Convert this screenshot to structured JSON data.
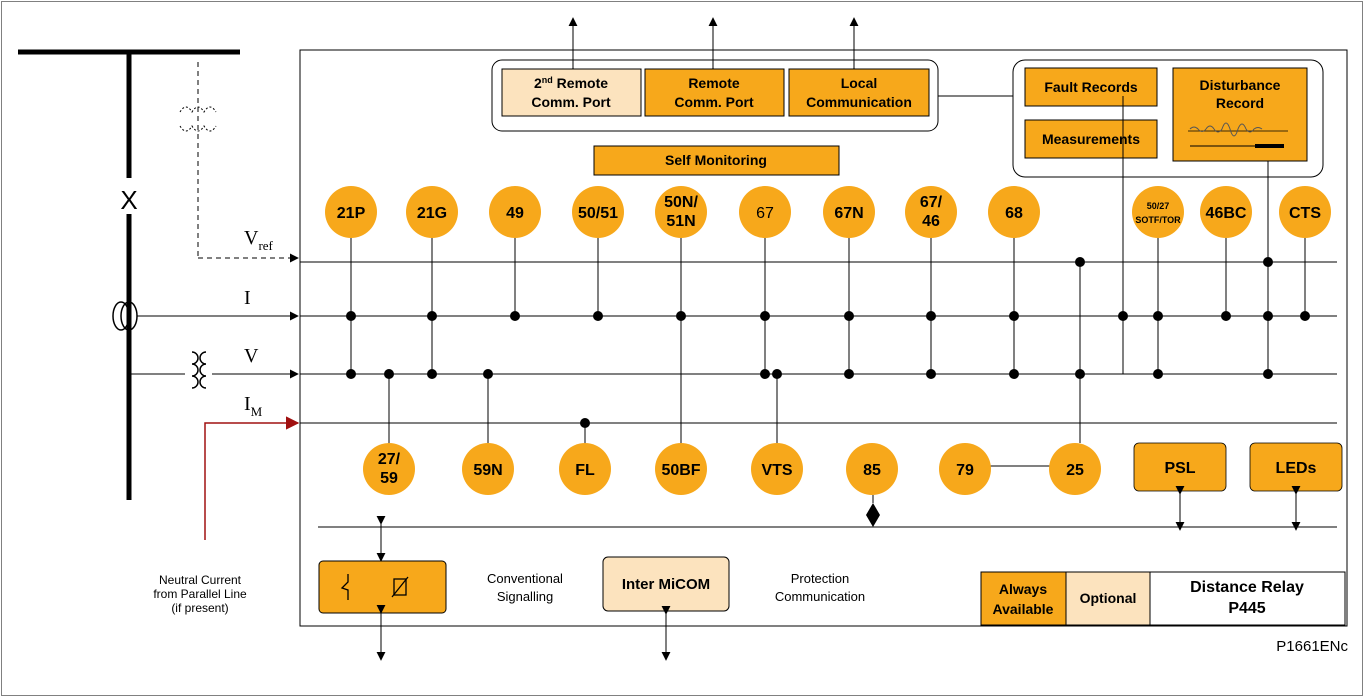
{
  "colors": {
    "always_available": "#F7A81B",
    "optional": "#FCE3BE",
    "line": "#000000",
    "neutral_line": "#A01010",
    "frame": "#808080"
  },
  "busbar": {
    "breaker_label": "X"
  },
  "signals": {
    "vref_main": "V",
    "vref_sub": "ref",
    "current": "I",
    "voltage": "V",
    "im_main": "I",
    "im_sub": "M"
  },
  "neutral_note": {
    "line1": "Neutral Current",
    "line2": "from Parallel Line",
    "line3": "(if present)"
  },
  "comms": {
    "second_remote": {
      "l1_pre": "2",
      "l1_sup": "nd",
      "l1_post": " Remote",
      "l2": "Comm. Port",
      "optional": true
    },
    "remote": {
      "l1": "Remote",
      "l2": "Comm. Port"
    },
    "local": {
      "l1": "Local",
      "l2": "Communication"
    }
  },
  "records": {
    "fault": "Fault Records",
    "measurements": "Measurements",
    "disturbance_l1": "Disturbance",
    "disturbance_l2": "Record"
  },
  "self_monitoring": "Self Monitoring",
  "top_functions": [
    {
      "id": "21P",
      "lines": [
        "21P"
      ]
    },
    {
      "id": "21G",
      "lines": [
        "21G"
      ]
    },
    {
      "id": "49",
      "lines": [
        "49"
      ]
    },
    {
      "id": "50-51",
      "lines": [
        "50/51"
      ]
    },
    {
      "id": "50N-51N",
      "lines": [
        "50N/",
        "51N"
      ]
    },
    {
      "id": "67",
      "lines": [
        "67"
      ],
      "regular": true
    },
    {
      "id": "67N",
      "lines": [
        "67N"
      ]
    },
    {
      "id": "67-46",
      "lines": [
        "67/",
        "46"
      ]
    },
    {
      "id": "68",
      "lines": [
        "68"
      ]
    },
    {
      "id": "50-27",
      "lines": [
        "50/27",
        "SOTF/TOR"
      ],
      "small": true
    },
    {
      "id": "46BC",
      "lines": [
        "46BC"
      ]
    },
    {
      "id": "CTS",
      "lines": [
        "CTS"
      ]
    }
  ],
  "bottom_functions": [
    {
      "id": "27-59",
      "lines": [
        "27/",
        "59"
      ]
    },
    {
      "id": "59N",
      "lines": [
        "59N"
      ]
    },
    {
      "id": "FL",
      "lines": [
        "FL"
      ]
    },
    {
      "id": "50BF",
      "lines": [
        "50BF"
      ]
    },
    {
      "id": "VTS",
      "lines": [
        "VTS"
      ]
    },
    {
      "id": "85",
      "lines": [
        "85"
      ]
    },
    {
      "id": "79",
      "lines": [
        "79"
      ]
    },
    {
      "id": "25",
      "lines": [
        "25"
      ]
    }
  ],
  "outputs": {
    "psl": "PSL",
    "leds": "LEDs"
  },
  "signalling": {
    "conventional_l1": "Conventional",
    "conventional_l2": "Signalling",
    "inter_micom": "Inter MiCOM",
    "protection_l1": "Protection",
    "protection_l2": "Communication"
  },
  "legend": {
    "always_l1": "Always",
    "always_l2": "Available",
    "optional": "Optional",
    "title_l1": "Distance Relay",
    "title_l2": "P445"
  },
  "figure_ref": "P1661ENc"
}
